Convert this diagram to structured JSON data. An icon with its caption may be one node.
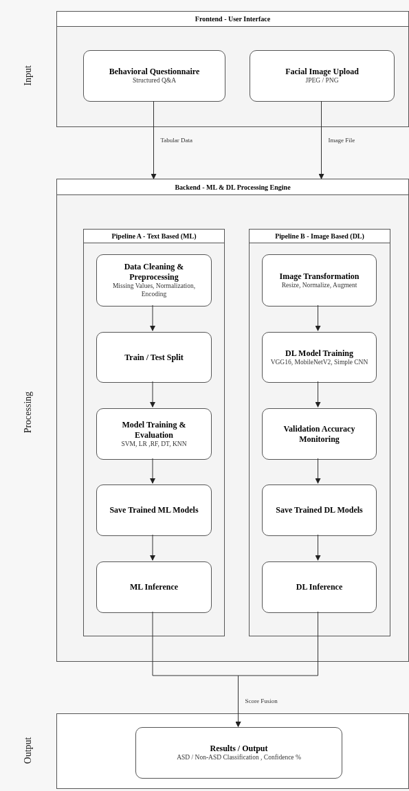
{
  "diagram": {
    "nodes": [
      {
        "text": [
          "Frontend - User Interface"
        ]
      },
      {
        "text": [
          "Behavioral Questionnaire",
          "Structured Q&A"
        ],
        "in": 0
      },
      {
        "text": [
          "Facial Image Upload",
          "JPEG / PNG"
        ],
        "in": 0
      },
      {
        "text": [
          "Backend - ML & DL Processing Engine"
        ]
      },
      {
        "text": [
          "Pipeline A - Text Based (ML)"
        ],
        "in": 3
      },
      {
        "text": [
          "Data Cleaning & Preprocessing",
          "Missing Values, Normalization, Encoding"
        ],
        "in": 4
      },
      {
        "text": [
          "Train / Test Split"
        ],
        "in": 4
      },
      {
        "text": [
          "Model Training & Evaluation",
          "SVM, LR ,RF, DT, KNN"
        ],
        "in": 4
      },
      {
        "text": [
          "Save Trained ML Models"
        ],
        "in": 4
      },
      {
        "text": [
          "ML Inference"
        ],
        "in": 4
      },
      {
        "text": [
          "Pipeline B - Image Based (DL)"
        ],
        "in": 3
      },
      {
        "text": [
          "Image Transformation",
          "Resize, Normalize, Augment"
        ],
        "in": 10
      },
      {
        "text": [
          "DL Model Training",
          "VGG16, MobileNetV2, Simple CNN"
        ],
        "in": 10
      },
      {
        "text": [
          "Validation Accuracy Monitoring"
        ],
        "in": 10
      },
      {
        "text": [
          "Save Trained DL Models"
        ],
        "in": 10
      },
      {
        "text": [
          "DL Inference"
        ],
        "in": 10
      },
      {
        "text": [],
        "shape": "box"
      },
      {
        "text": [
          "Results / Output",
          "ASD / Non-ASD Classification , Confidence %"
        ],
        "in": 16
      }
    ],
    "edges": [
      {
        "from": 1,
        "to": 3,
        "arrow": "to",
        "label": "Tabular Data"
      },
      {
        "from": 2,
        "to": 3,
        "arrow": "to",
        "label": "Image File"
      },
      {
        "from": 5,
        "to": 6,
        "arrow": "to"
      },
      {
        "from": 6,
        "to": 7,
        "arrow": "to"
      },
      {
        "from": 7,
        "to": 8,
        "arrow": "to"
      },
      {
        "from": 8,
        "to": 9,
        "arrow": "to"
      },
      {
        "from": 11,
        "to": 12,
        "arrow": "to"
      },
      {
        "from": 12,
        "to": 13,
        "arrow": "to"
      },
      {
        "from": 13,
        "to": 14,
        "arrow": "to"
      },
      {
        "from": 14,
        "to": 15,
        "arrow": "to"
      },
      {
        "from": 9,
        "to": 17,
        "arrow": "to",
        "label": "Score Fusion"
      },
      {
        "from": 15,
        "to": 17,
        "arrow": "to"
      }
    ],
    "labels": [
      "Input",
      "Processing",
      "Output"
    ]
  }
}
